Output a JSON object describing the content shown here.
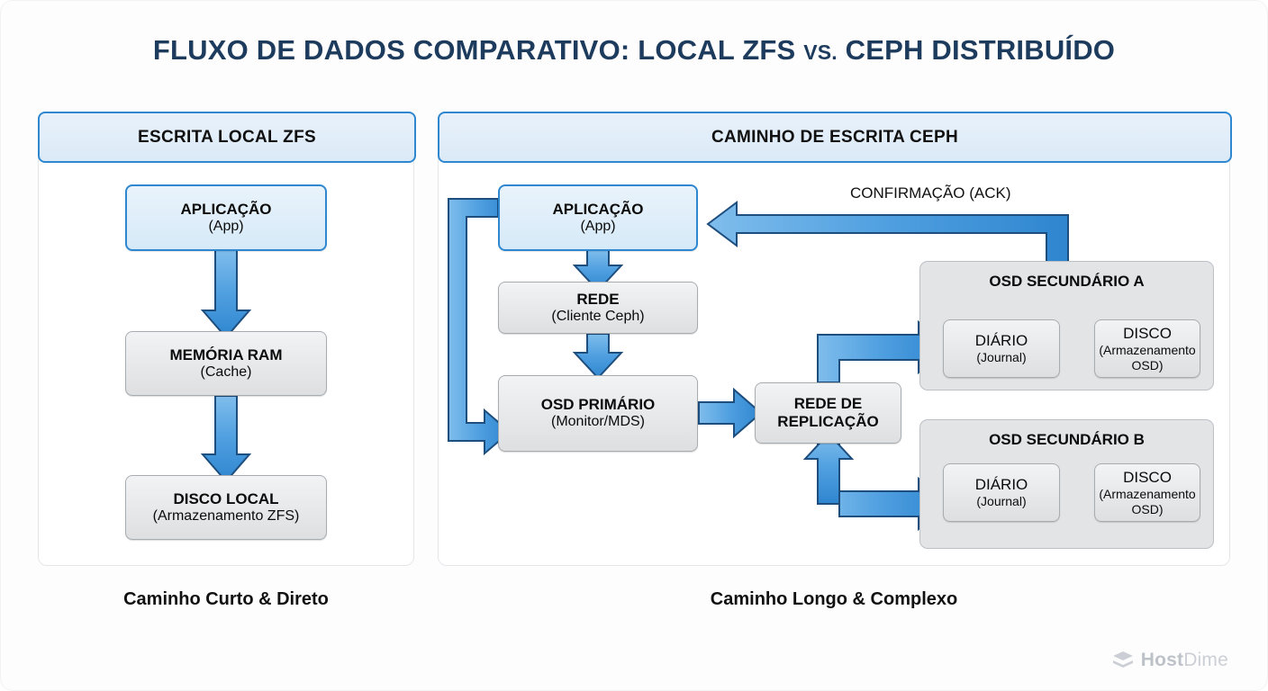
{
  "title": {
    "main_before": "FLUXO DE DADOS COMPARATIVO: LOCAL ZFS ",
    "vs": "VS.",
    "main_after": " CEPH DISTRIBUÍDO",
    "color": "#1d3b5c"
  },
  "panels": {
    "left": {
      "header": "ESCRITA LOCAL ZFS",
      "caption": "Caminho Curto & Direto",
      "nodes": [
        {
          "name": "aplicacao",
          "l1": "APLICAÇÃO",
          "l2": "(App)",
          "style": "blue"
        },
        {
          "name": "memoria-ram",
          "l1": "MEMÓRIA RAM",
          "l2": "(Cache)",
          "style": "gray"
        },
        {
          "name": "disco-local",
          "l1": "DISCO LOCAL",
          "l2": "(Armazenamento ZFS)",
          "style": "gray"
        }
      ]
    },
    "right": {
      "header": "CAMINHO DE ESCRITA CEPH",
      "caption": "Caminho Longo & Complexo",
      "ack_label": "CONFIRMAÇÃO (ACK)",
      "nodes": [
        {
          "name": "aplicacao",
          "l1": "APLICAÇÃO",
          "l2": "(App)",
          "style": "blue"
        },
        {
          "name": "rede",
          "l1": "REDE",
          "l2": "(Cliente Ceph)",
          "style": "gray"
        },
        {
          "name": "osd-primario",
          "l1": "OSD PRIMÁRIO",
          "l2": "(Monitor/MDS)",
          "style": "gray"
        },
        {
          "name": "rede-replicacao",
          "l1": "REDE DE",
          "l2": "REPLICAÇÃO",
          "style": "gray"
        }
      ],
      "osd_a": {
        "title": "OSD SECUNDÁRIO A",
        "journal_l1": "DIÁRIO",
        "journal_l2": "(Journal)",
        "disk_l1": "DISCO",
        "disk_l2": "(Armazenamento OSD)"
      },
      "osd_b": {
        "title": "OSD SECUNDÁRIO B",
        "journal_l1": "DIÁRIO",
        "journal_l2": "(Journal)",
        "disk_l1": "DISCO",
        "disk_l2": "(Armazenamento OSD)"
      }
    }
  },
  "brand": {
    "host": "Host",
    "dime": "Dime"
  },
  "colors": {
    "arrow_fill": "#4f9fe0",
    "arrow_stroke": "#1d4e7e",
    "panel_header_bg": "#dfeaf7",
    "panel_header_border": "#2f87d0",
    "node_gray": "#e6e7e9",
    "node_blue": "#dceaf8",
    "title": "#1d3b5c"
  }
}
